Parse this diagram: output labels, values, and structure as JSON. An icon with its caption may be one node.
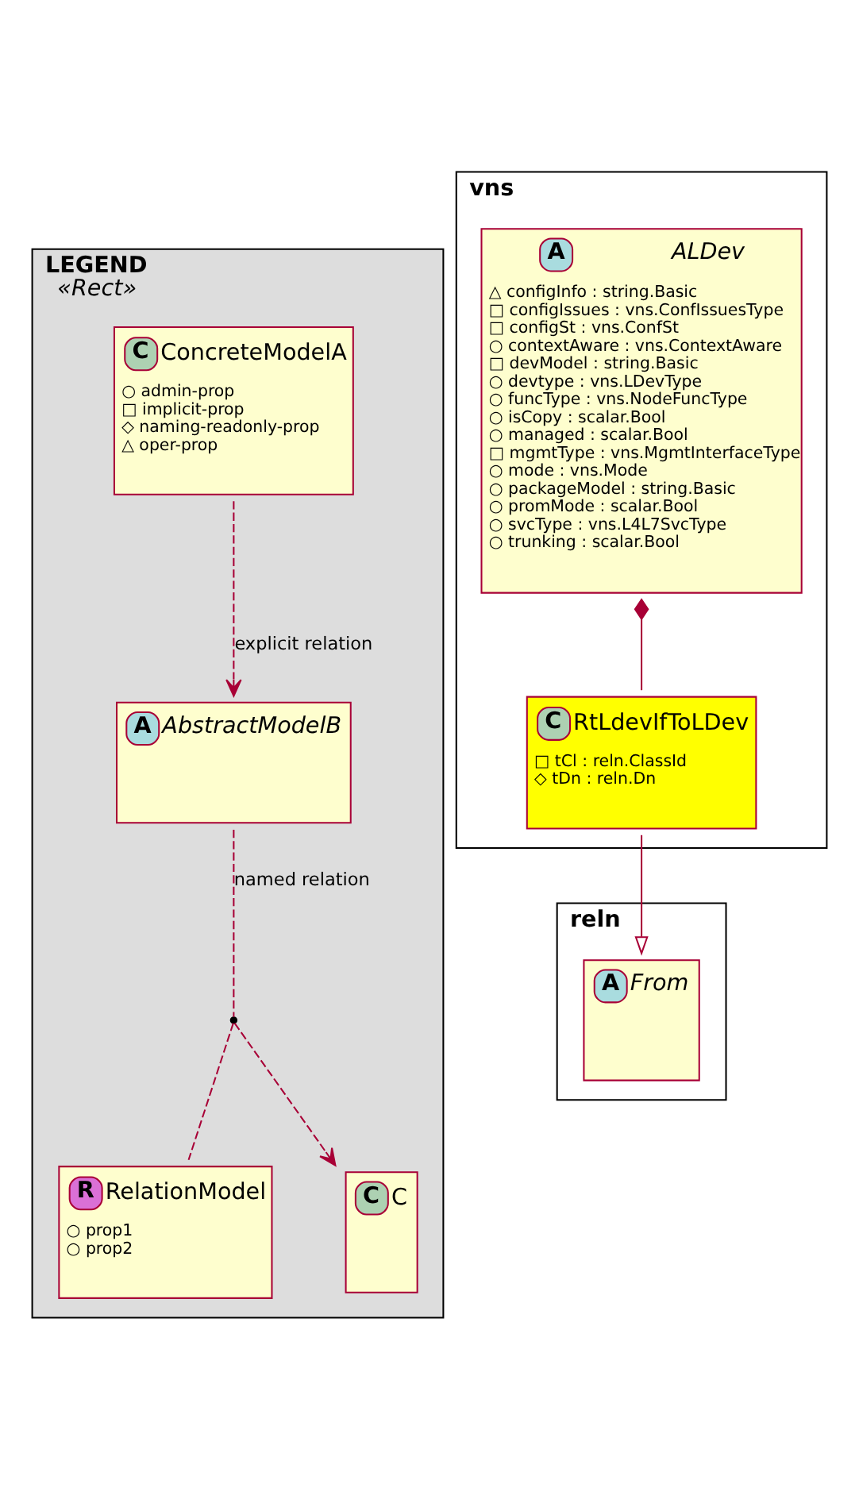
{
  "diagram": {
    "nodes": [
      {
        "text": [
          "LEGEND",
          "«Rect»"
        ]
      },
      {
        "text": [
          "C",
          "ConcreteModelA",
          "○ admin-prop",
          "□ implicit-prop",
          "◇ naming-readonly-prop",
          "△ oper-prop"
        ],
        "in": 0
      },
      {
        "text": [
          "A",
          "AbstractModelB"
        ],
        "in": 0
      },
      {
        "text": [
          "R",
          "RelationModel",
          "○ prop1",
          "○ prop2"
        ],
        "in": 0
      },
      {
        "text": [],
        "shape": "point",
        "in": 0
      },
      {
        "text": [
          "C",
          "C"
        ],
        "in": 0
      },
      {
        "text": [
          "vns"
        ]
      },
      {
        "text": [
          "A",
          "ALDev",
          "△ configInfo : string.Basic",
          "□ configIssues : vns.ConfIssuesType",
          "□ configSt : vns.ConfSt",
          "○ contextAware : vns.ContextAware",
          "□ devModel : string.Basic",
          "○ devtype : vns.LDevType",
          "○ funcType : vns.NodeFuncType",
          "○ isCopy : scalar.Bool",
          "○ managed : scalar.Bool",
          "□ mgmtType : vns.MgmtInterfaceType",
          "○ mode : vns.Mode",
          "○ packageModel : string.Basic",
          "○ promMode : scalar.Bool",
          "○ svcType : vns.L4L7SvcType",
          "○ trunking : scalar.Bool"
        ],
        "in": 6
      },
      {
        "text": [
          "C",
          "RtLdevIfToLDev",
          "□ tCl : reln.ClassId",
          "◇ tDn : reln.Dn"
        ],
        "in": 6
      },
      {
        "text": [
          "reln"
        ]
      },
      {
        "text": [
          "A",
          "From"
        ],
        "in": 9
      }
    ],
    "edges": [
      {
        "from": 1,
        "to": 2,
        "arrow": "to",
        "label": "explicit relation",
        "style": "dashed"
      },
      {
        "from": 2,
        "to": 4,
        "arrow": "none",
        "label": "named relation",
        "style": "dashed"
      },
      {
        "from": 4,
        "to": 3,
        "arrow": "none",
        "style": "dashed"
      },
      {
        "from": 4,
        "to": 5,
        "arrow": "to",
        "style": "dashed"
      },
      {
        "from": 7,
        "to": 8,
        "arrow": "other"
      },
      {
        "from": 8,
        "to": 10,
        "arrow": "to"
      }
    ]
  }
}
